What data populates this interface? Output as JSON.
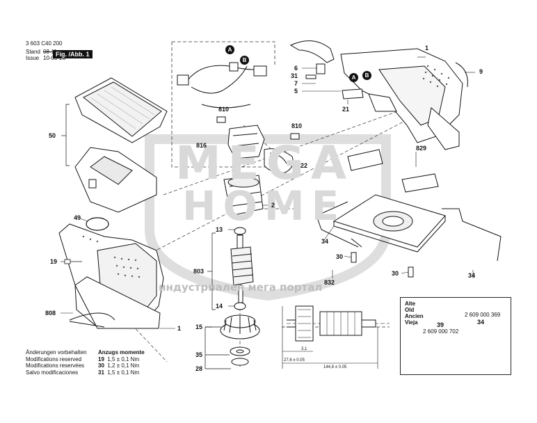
{
  "header": {
    "doc_number": "3 603 C40 200",
    "stand_label": "Stand",
    "stand_value": "08-11",
    "issue_label": "Issue",
    "issue_value": "10-03-26",
    "figure_label": "Fig. /Abb. 1"
  },
  "watermark": {
    "line1": "MEGA",
    "line2": "HOME",
    "tagline": "индустриален мега портал"
  },
  "footer": {
    "notes": [
      "Änderungen vorbehalten",
      "Modifications reserved",
      "Modifications reservées",
      "Salvo modificaciones"
    ],
    "torque_title": "Anzugs momente",
    "torques": [
      {
        "ref": "19",
        "value": "1,5 ± 0,1 Nm"
      },
      {
        "ref": "30",
        "value": "1,2 ± 0,1 Nm"
      },
      {
        "ref": "31",
        "value": "1,5 ± 0,1 Nm"
      }
    ]
  },
  "legend_box": {
    "labels": [
      "Alte",
      "Old",
      "Ancien",
      "Vieja"
    ],
    "part_old": "39",
    "part_old_number": "2 609 000 702",
    "part_new": "34",
    "part_new_number": "2 609 000 369"
  },
  "dimensions": {
    "d1": "3,1",
    "d2": "27,6 ± 0.05",
    "d3": "144,8 ± 0.05"
  },
  "markers": {
    "a": "A",
    "b": "B"
  },
  "part_numbers": {
    "p1_top": "1",
    "p9": "9",
    "p6": "6",
    "p31": "31",
    "p7": "7",
    "p5": "5",
    "p21": "21",
    "p50": "50",
    "p816": "816",
    "p810a": "810",
    "p810b": "810",
    "p22": "22",
    "p2": "2",
    "p829": "829",
    "p49": "49",
    "p19": "19",
    "p13": "13",
    "p803": "803",
    "p808": "808",
    "p14": "14",
    "p15": "15",
    "p35": "35",
    "p28": "28",
    "p1_bottom": "1",
    "p34_left": "34",
    "p30a": "30",
    "p30b": "30",
    "p832": "832",
    "p34_right": "34"
  }
}
